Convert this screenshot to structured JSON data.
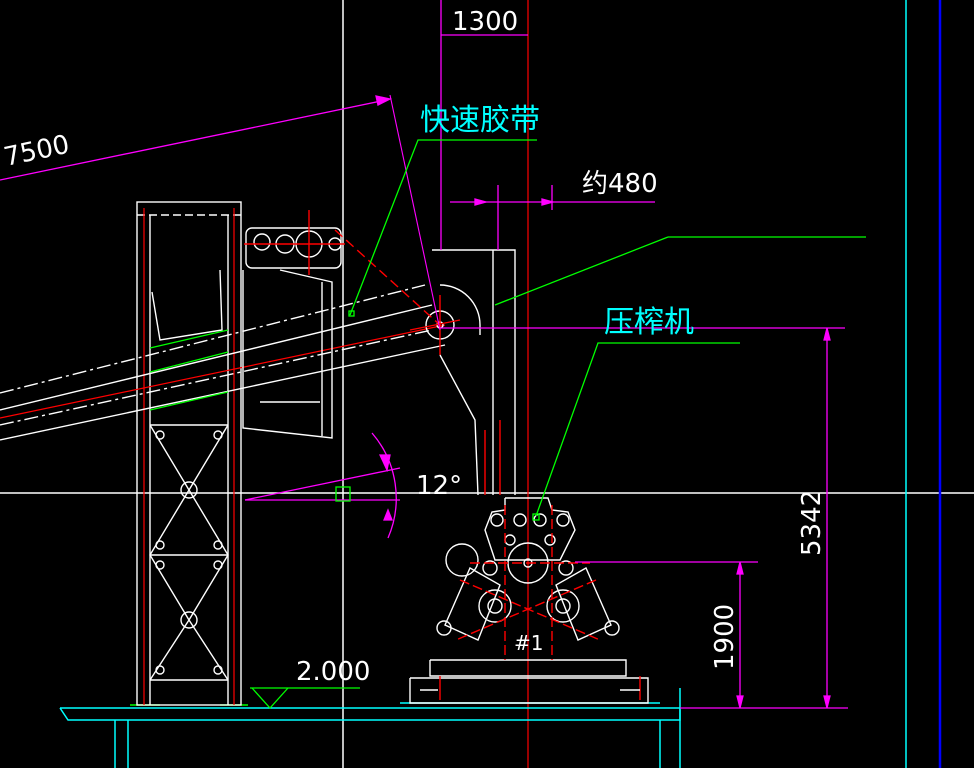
{
  "colors": {
    "background": "#000000",
    "white": "#ffffff",
    "red": "#ff0000",
    "magenta": "#ff00ff",
    "green": "#00ff00",
    "cyan": "#00ffff",
    "blue": "#0000ff"
  },
  "labels": {
    "belt": "快速胶带",
    "press": "压榨机",
    "machine_id": "#1"
  },
  "dimensions": {
    "top_width": "1300",
    "approx": "约480",
    "belt_length": "7500",
    "angle": "12°",
    "total_height": "5342",
    "lower_height": "1900",
    "elevation": "2.000"
  }
}
